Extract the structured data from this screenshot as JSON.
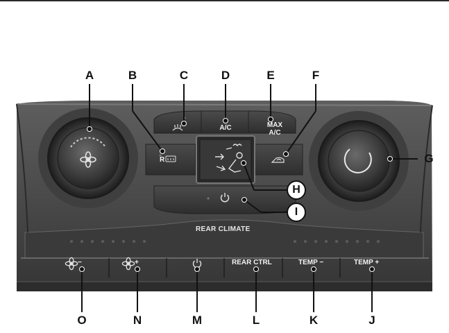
{
  "callouts": {
    "top": [
      {
        "letter": "A"
      },
      {
        "letter": "B"
      },
      {
        "letter": "C"
      },
      {
        "letter": "D"
      },
      {
        "letter": "E"
      },
      {
        "letter": "F"
      }
    ],
    "right": [
      {
        "letter": "G"
      },
      {
        "letter": "H"
      },
      {
        "letter": "I"
      }
    ],
    "bottom": [
      {
        "letter": "O"
      },
      {
        "letter": "N"
      },
      {
        "letter": "M"
      },
      {
        "letter": "L"
      },
      {
        "letter": "K"
      },
      {
        "letter": "J"
      }
    ]
  },
  "panel": {
    "ac_label": "A/C",
    "max_line1": "MAX",
    "max_line2": "A/C",
    "rear_recirc_letter": "R",
    "rear_climate_title": "REAR CLIMATE",
    "rear_buttons": {
      "fan_minus": "−",
      "fan_plus": "+",
      "rear_ctrl": "REAR CTRL",
      "temp_minus": "TEMP −",
      "temp_plus": "TEMP +"
    }
  },
  "icons": [
    "fan-icon",
    "power-icon",
    "defrost-icon",
    "rear-defrost-icon",
    "recirculation-icon",
    "seat-airflow-icon"
  ]
}
